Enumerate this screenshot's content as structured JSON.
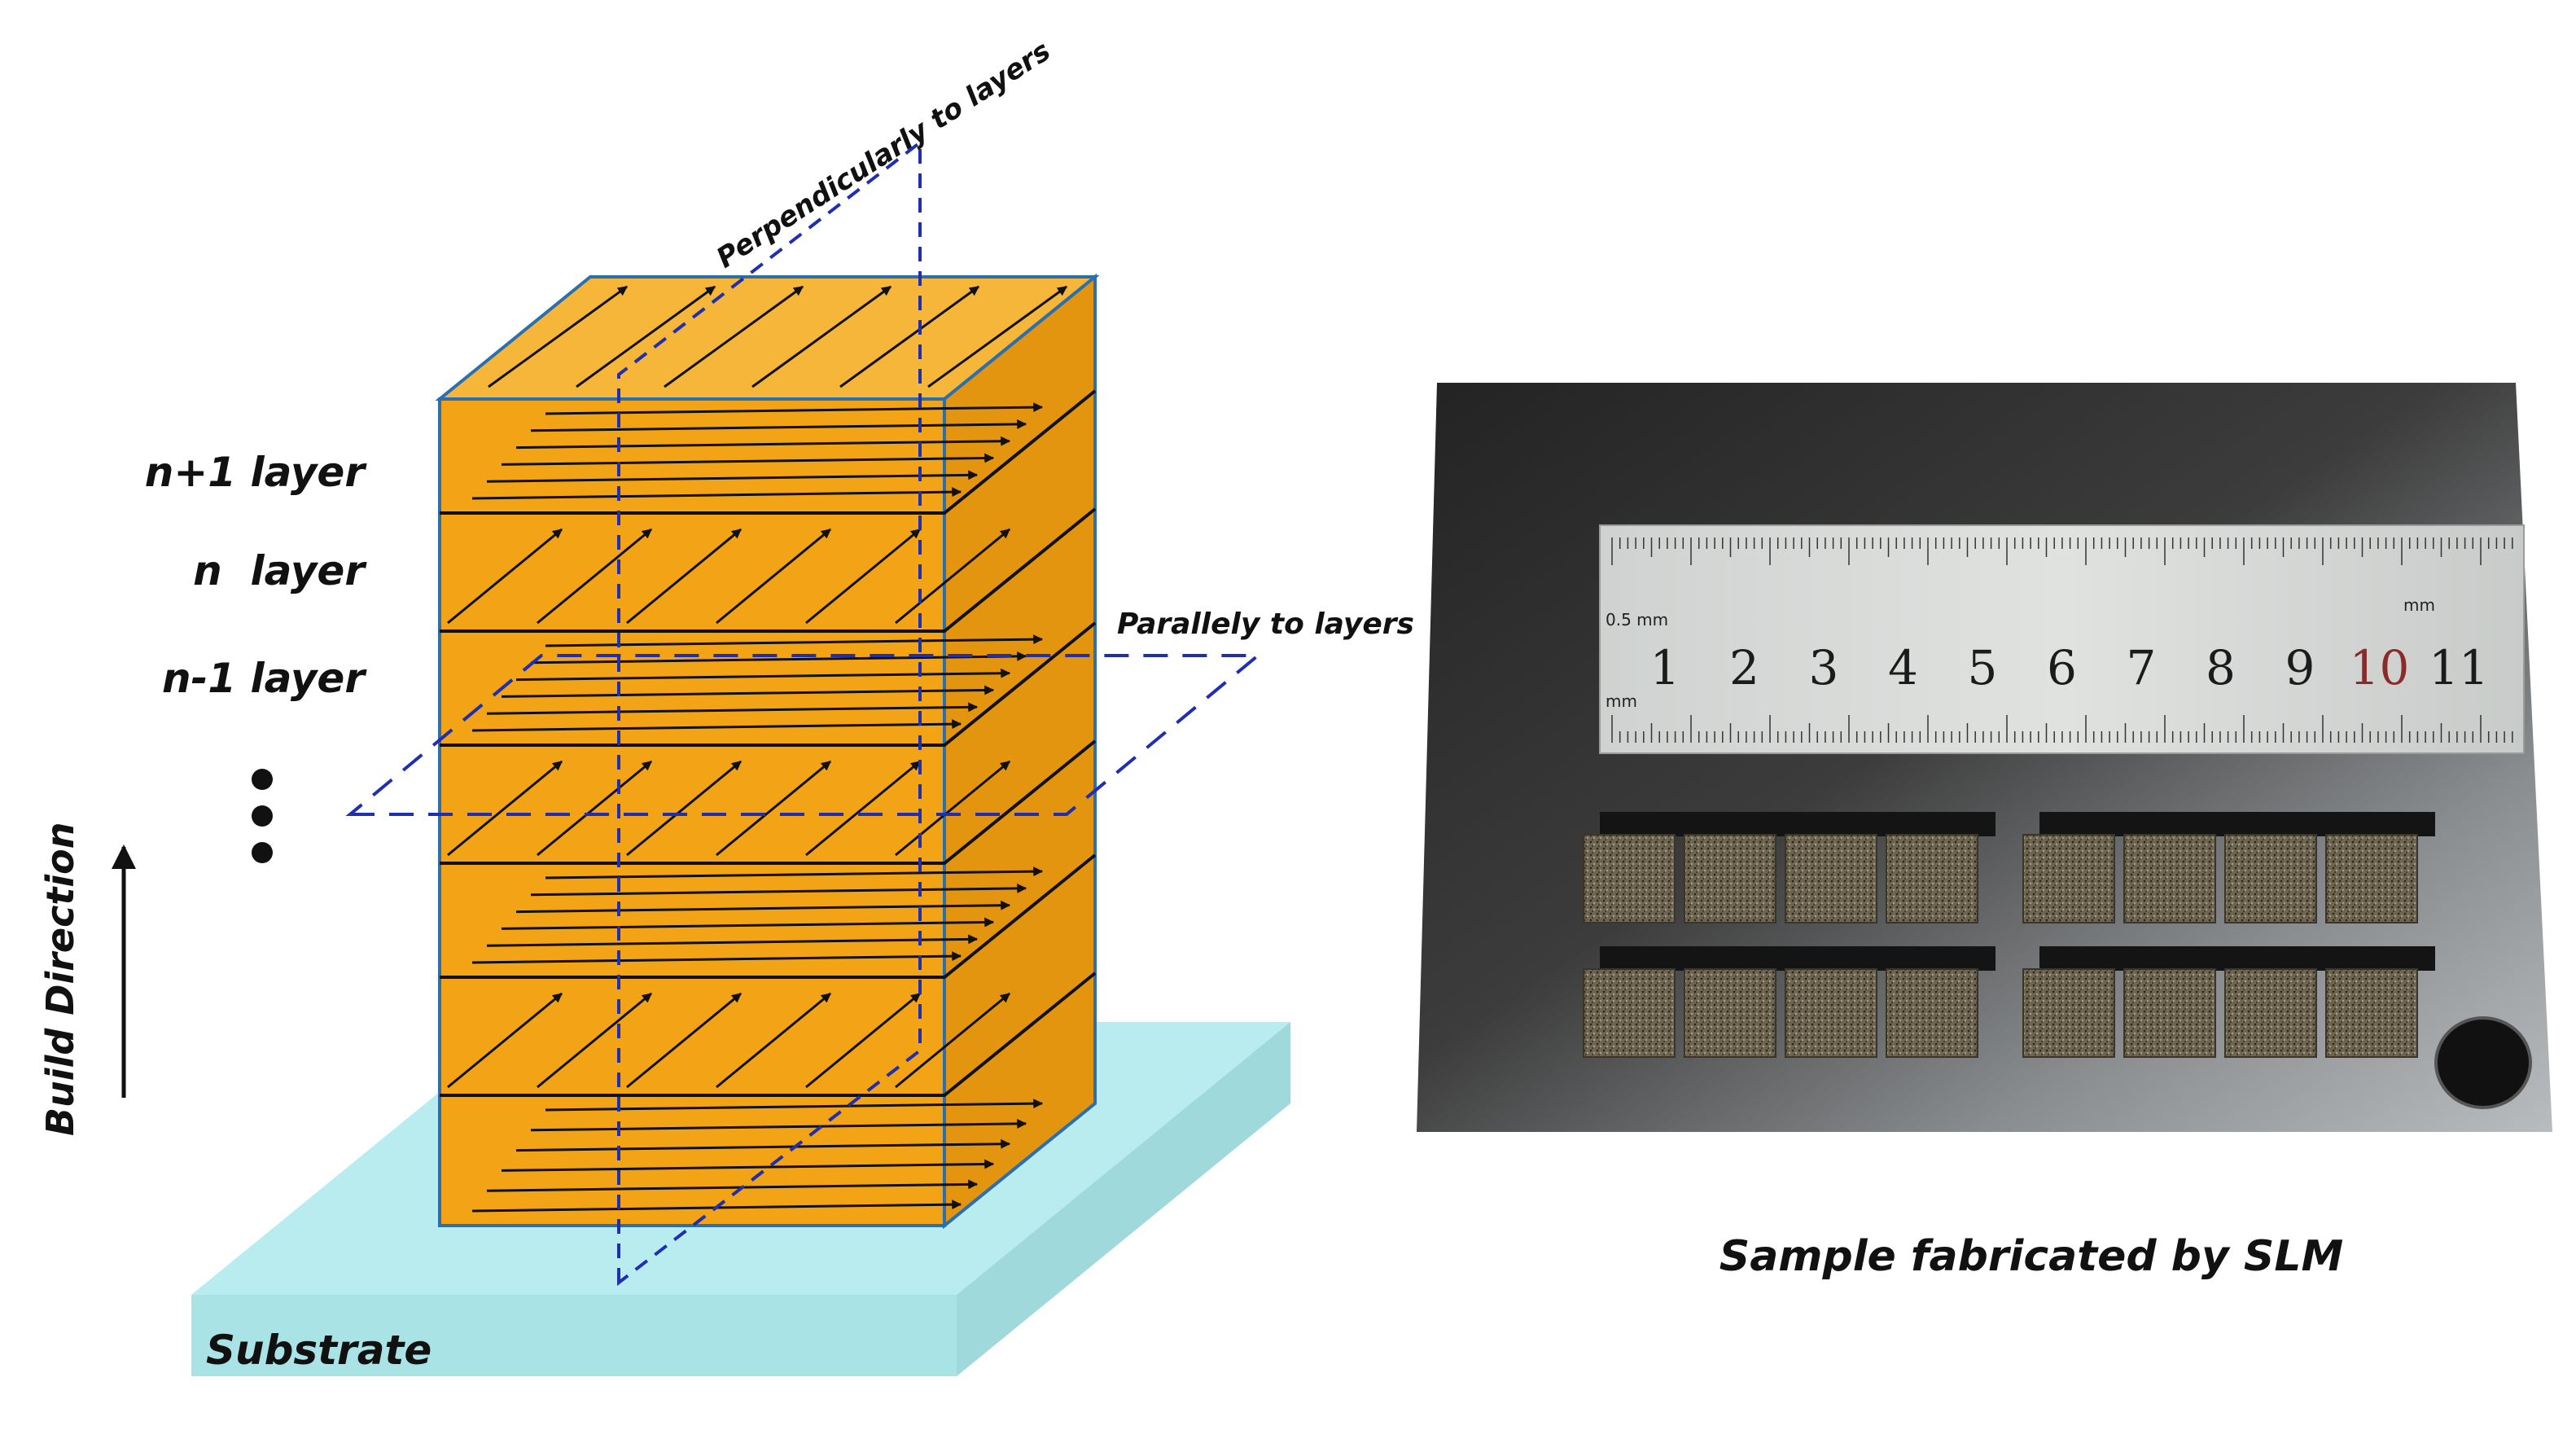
{
  "labels": {
    "layer_upper": "n+1 layer",
    "layer_mid": "n  layer",
    "layer_lower": "n-1 layer",
    "build_direction": "Build Direction",
    "substrate": "Substrate",
    "perpendicular_plane": "Perpendicularly to layers",
    "parallel_plane": "Parallely to layers",
    "photo_caption": "Sample fabricated by SLM"
  },
  "ruler": {
    "unit_top": "mm",
    "unit_left_top": "0.5 mm",
    "unit_left_bottom": "mm",
    "numbers": [
      "1",
      "2",
      "3",
      "4",
      "5",
      "6",
      "7",
      "8",
      "9",
      "10",
      "11"
    ]
  },
  "colors": {
    "block_front": "#f2a416",
    "block_top": "#f5b63a",
    "block_side": "#e39510",
    "substrate_top": "#b8ecee",
    "substrate_front": "#a9e3e6",
    "plane_dash": "#1f2fb0",
    "plate_dark": "#2a2a2a",
    "ruler_bg": "#d6d8d6",
    "sample": "#7a705c"
  },
  "photo": {
    "sample_rows": 2,
    "samples_per_group": 4,
    "sample_groups": 2
  }
}
